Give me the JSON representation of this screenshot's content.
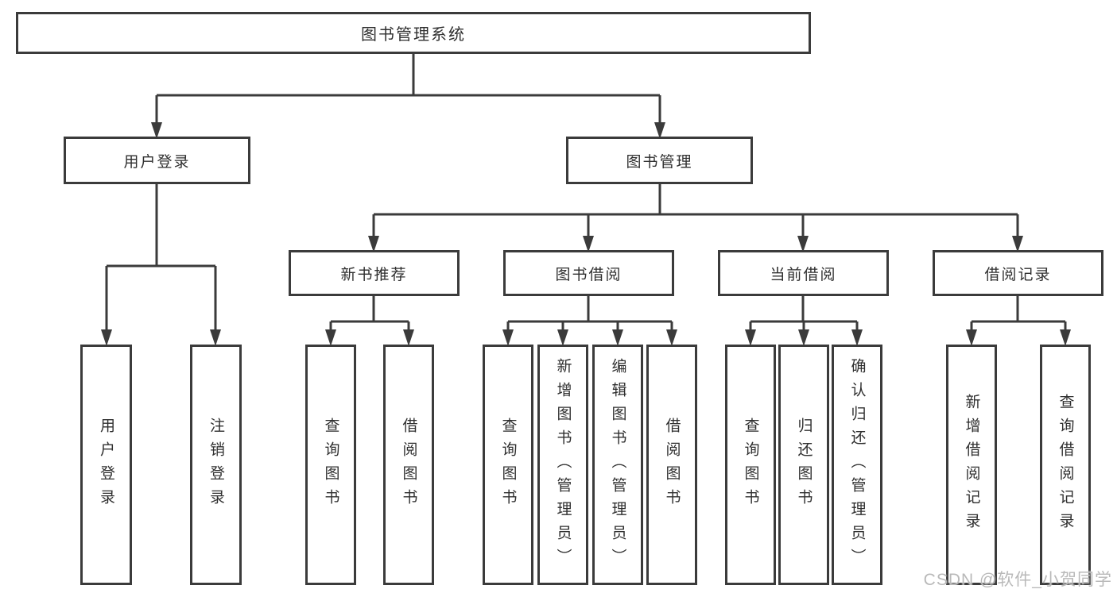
{
  "tree": {
    "root": {
      "label": "图书管理系统"
    },
    "branches": [
      {
        "label": "用户登录",
        "children": [
          {
            "label": "用户登录"
          },
          {
            "label": "注销登录"
          }
        ]
      },
      {
        "label": "图书管理",
        "children": [
          {
            "label": "新书推荐",
            "children": [
              {
                "label": "查询图书"
              },
              {
                "label": "借阅图书"
              }
            ]
          },
          {
            "label": "图书借阅",
            "children": [
              {
                "label": "查询图书"
              },
              {
                "label": "新增图书（管理员）"
              },
              {
                "label": "编辑图书（管理员）"
              },
              {
                "label": "借阅图书"
              }
            ]
          },
          {
            "label": "当前借阅",
            "children": [
              {
                "label": "查询图书"
              },
              {
                "label": "归还图书"
              },
              {
                "label": "确认归还（管理员）"
              }
            ]
          },
          {
            "label": "借阅记录",
            "children": [
              {
                "label": "新增借阅记录"
              },
              {
                "label": "查询借阅记录"
              }
            ]
          }
        ]
      }
    ]
  },
  "watermark": "CSDN @软件_小贺同学",
  "colors": {
    "line": "#3b3b3b",
    "border": "#3b3b3b",
    "text": "#2f2f2f",
    "watermark": "#b9b9b9",
    "background": "#ffffff"
  }
}
